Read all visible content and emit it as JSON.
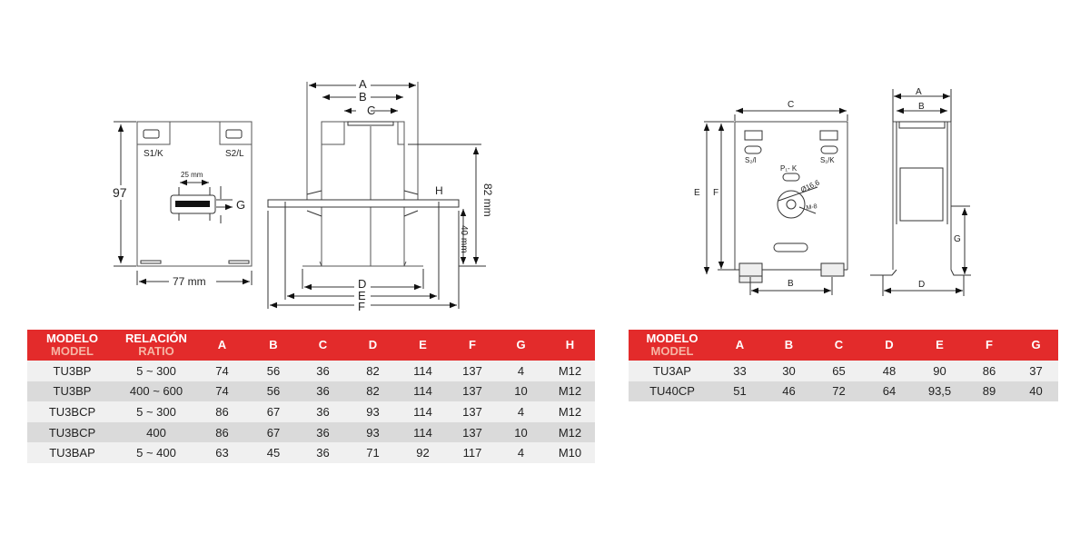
{
  "drawing_left": {
    "front_view": {
      "terminal_left": "S1/K",
      "terminal_right": "S2/L",
      "height": "97",
      "width": "77 mm",
      "slot_width": "25 mm",
      "slot_label": "G"
    },
    "side_view": {
      "A": "A",
      "B": "B",
      "C": "C",
      "D": "D",
      "E": "E",
      "F": "F",
      "H": "H",
      "height": "82 mm",
      "flange_height": "40 mm"
    }
  },
  "drawing_right": {
    "front_view": {
      "C": "C",
      "E": "E",
      "F": "F",
      "B": "B",
      "terminal_left": "S₂/l",
      "terminal_right": "S₁/K",
      "primary": "P₁- K",
      "diameter": "Ø16,6",
      "thread": "M-8"
    },
    "side_view": {
      "A": "A",
      "B": "B",
      "G": "G",
      "D": "D"
    }
  },
  "table_left": {
    "headers": [
      [
        "MODELO",
        "MODEL"
      ],
      [
        "RELACIÓN",
        "RATIO"
      ],
      [
        "A"
      ],
      [
        "B"
      ],
      [
        "C"
      ],
      [
        "D"
      ],
      [
        "E"
      ],
      [
        "F"
      ],
      [
        "G"
      ],
      [
        "H"
      ]
    ],
    "rows": [
      [
        "TU3BP",
        "5 ~ 300",
        "74",
        "56",
        "36",
        "82",
        "114",
        "137",
        "4",
        "M12"
      ],
      [
        "TU3BP",
        "400 ~ 600",
        "74",
        "56",
        "36",
        "82",
        "114",
        "137",
        "10",
        "M12"
      ],
      [
        "TU3BCP",
        "5 ~ 300",
        "86",
        "67",
        "36",
        "93",
        "114",
        "137",
        "4",
        "M12"
      ],
      [
        "TU3BCP",
        "400",
        "86",
        "67",
        "36",
        "93",
        "114",
        "137",
        "10",
        "M12"
      ],
      [
        "TU3BAP",
        "5 ~ 400",
        "63",
        "45",
        "36",
        "71",
        "92",
        "117",
        "4",
        "M10"
      ]
    ]
  },
  "table_right": {
    "headers": [
      [
        "MODELO",
        "MODEL"
      ],
      [
        "A"
      ],
      [
        "B"
      ],
      [
        "C"
      ],
      [
        "D"
      ],
      [
        "E"
      ],
      [
        "F"
      ],
      [
        "G"
      ]
    ],
    "rows": [
      [
        "TU3AP",
        "33",
        "30",
        "65",
        "48",
        "90",
        "86",
        "37"
      ],
      [
        "TU40CP",
        "51",
        "46",
        "72",
        "64",
        "93,5",
        "89",
        "40"
      ]
    ]
  },
  "colors": {
    "header_bg": "#e32b2b",
    "header_sub": "#f6b5a5",
    "row_light": "#f0f0f0",
    "row_dark": "#dadada"
  }
}
